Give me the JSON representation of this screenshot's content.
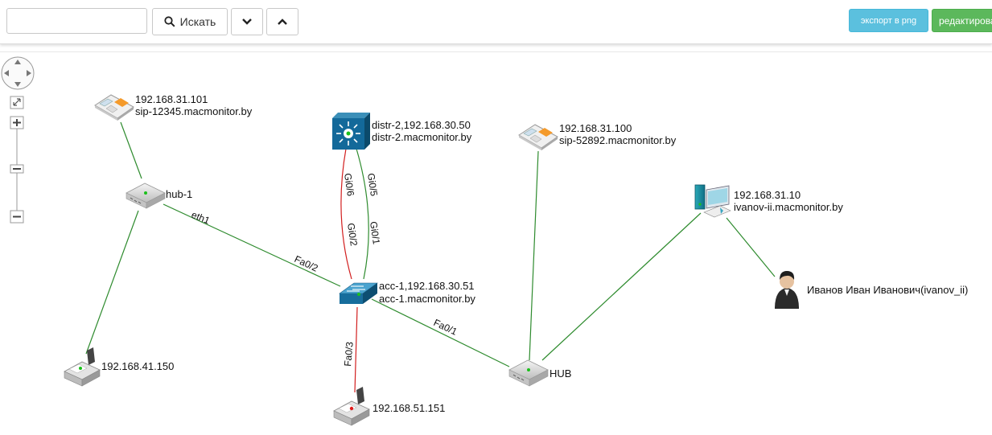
{
  "toolbar": {
    "search_value": "",
    "search_label": "Искать",
    "export_label": "экспорт в png",
    "edit_label": "редактировать"
  },
  "colors": {
    "link_ok": "#2e8b2e",
    "link_down": "#d21f1f",
    "export": "#5bc0de",
    "edit": "#5cb85c"
  },
  "nodes": {
    "phone1": {
      "line1": "192.168.31.101",
      "line2": "sip-12345.macmonitor.by",
      "icon": "ip-phone-icon"
    },
    "distr2": {
      "line1": "distr-2,192.168.30.50",
      "line2": "distr-2.macmonitor.by",
      "icon": "core-switch-icon"
    },
    "phone2": {
      "line1": "192.168.31.100",
      "line2": "sip-52892.macmonitor.by",
      "icon": "ip-phone-icon"
    },
    "pc": {
      "line1": "192.168.31.10",
      "line2": "ivanov-ii.macmonitor.by",
      "icon": "workstation-icon"
    },
    "hub1": {
      "line1": "hub-1",
      "icon": "hub-icon"
    },
    "acc1": {
      "line1": "acc-1,192.168.30.51",
      "line2": "acc-1.macmonitor.by",
      "icon": "access-switch-icon"
    },
    "user": {
      "line1": "Иванов Иван Иванович(ivanov_ii)",
      "icon": "user-icon"
    },
    "printer1": {
      "line1": "192.168.41.150",
      "icon": "printer-icon"
    },
    "hub": {
      "line1": "HUB",
      "icon": "hub-icon"
    },
    "printer2": {
      "line1": "192.168.51.151",
      "icon": "printer-icon"
    }
  },
  "links": {
    "hub1_eth1": "eth1",
    "acc1_fa02": "Fa0/2",
    "distr_gi06": "Gi0/6",
    "acc_gi02": "Gi0/2",
    "distr_gi05": "Gi0/5",
    "acc_gi01": "Gi0/1",
    "acc_fa03": "Fa0/3",
    "acc_fa01": "Fa0/1"
  }
}
